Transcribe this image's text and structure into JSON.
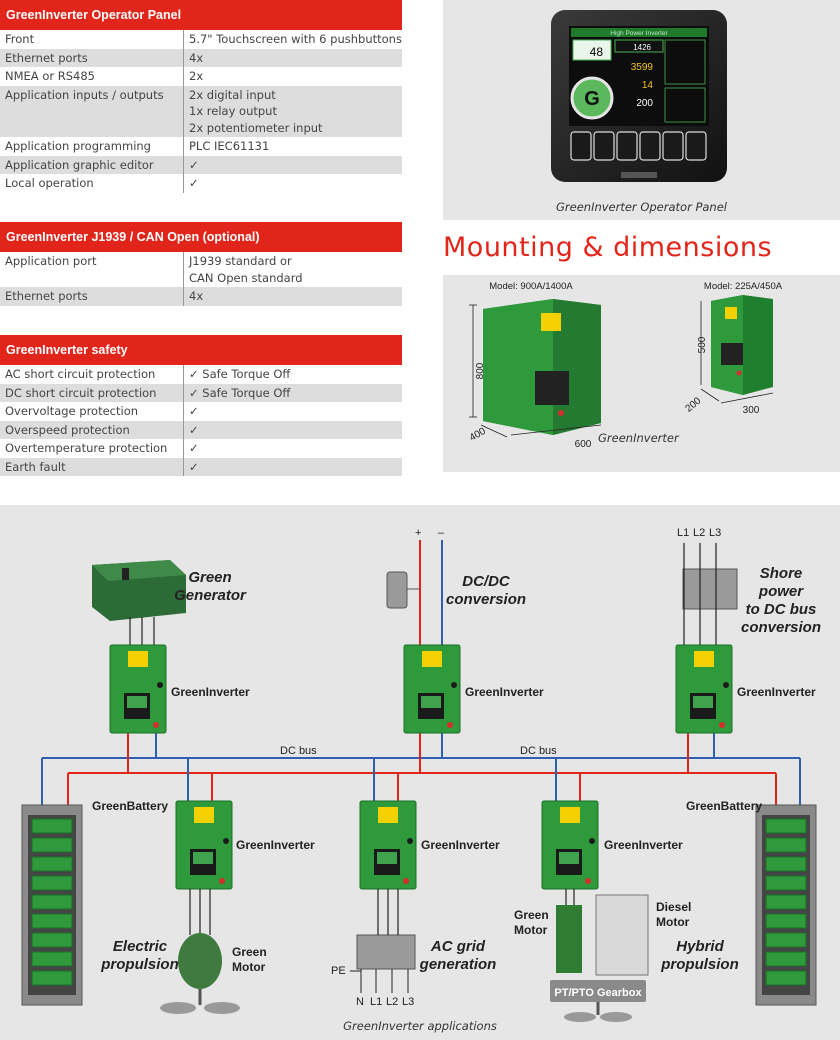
{
  "operator_panel_table": {
    "title": "GreenInverter Operator Panel",
    "rows": [
      {
        "label": "Front",
        "values": [
          "5.7\" Touchscreen with 6 pushbuttons"
        ]
      },
      {
        "label": "Ethernet ports",
        "values": [
          "4x"
        ]
      },
      {
        "label": "NMEA or RS485",
        "values": [
          "2x"
        ]
      },
      {
        "label": "Application inputs / outputs",
        "values": [
          "2x digital input",
          "1x relay output",
          "2x potentiometer input"
        ]
      },
      {
        "label": "Application programming",
        "values": [
          "PLC IEC61131"
        ]
      },
      {
        "label": "Application graphic editor",
        "values": [
          "✓"
        ]
      },
      {
        "label": "Local operation",
        "values": [
          "✓"
        ]
      }
    ]
  },
  "j1939_table": {
    "title": "GreenInverter J1939 / CAN Open (optional)",
    "rows": [
      {
        "label": "Application port",
        "values": [
          "J1939 standard or",
          "CAN Open standard"
        ]
      },
      {
        "label": "Ethernet ports",
        "values": [
          "4x"
        ]
      }
    ]
  },
  "safety_table": {
    "title": "GreenInverter safety",
    "rows": [
      {
        "label": "AC short circuit protection",
        "values": [
          "✓ Safe Torque Off"
        ]
      },
      {
        "label": "DC short circuit protection",
        "values": [
          "✓ Safe Torque Off"
        ]
      },
      {
        "label": "Overvoltage protection",
        "values": [
          "✓"
        ]
      },
      {
        "label": "Overspeed protection",
        "values": [
          "✓"
        ]
      },
      {
        "label": "Overtemperature protection",
        "values": [
          "✓"
        ]
      },
      {
        "label": "Earth fault",
        "values": [
          "✓"
        ]
      }
    ]
  },
  "operator_panel": {
    "caption": "GreenInverter Operator Panel",
    "screen_title": "High Power Inverter",
    "value_1": "48",
    "value_2": "1426",
    "value_3": "3599",
    "value_4": "14",
    "value_5": "200",
    "logo_letter": "G"
  },
  "mounting": {
    "title": "Mounting & dimensions",
    "caption": "GreenInverter",
    "model_large": "Model: 900A/1400A",
    "model_small": "Model: 225A/450A",
    "dim_large_height": "800",
    "dim_large_width": "600",
    "dim_large_depth": "400",
    "dim_small_height": "500",
    "dim_small_width": "300",
    "dim_small_depth": "200"
  },
  "applications": {
    "caption": "GreenInverter applications",
    "dc_bus_label": "DC bus",
    "inverter_label": "GreenInverter",
    "battery_label": "GreenBattery",
    "green_generator": [
      "Green",
      "Generator"
    ],
    "dc_dc": [
      "DC/DC",
      "conversion"
    ],
    "shore_power": [
      "Shore power",
      "to DC bus",
      "conversion"
    ],
    "electric_propulsion": [
      "Electric",
      "propulsion"
    ],
    "ac_grid": [
      "AC grid",
      "generation"
    ],
    "hybrid": [
      "Hybrid",
      "propulsion"
    ],
    "green_motor": [
      "Green",
      "Motor"
    ],
    "diesel_motor": [
      "Diesel",
      "Motor"
    ],
    "gearbox": "PT/PTO Gearbox",
    "plus": "+",
    "minus": "–",
    "l1": "L1",
    "l2": "L2",
    "l3": "L3",
    "n": "N",
    "pe": "PE"
  },
  "colors": {
    "brand_red": "#e1251b",
    "inverter_green": "#2e9a3c",
    "dc_positive": "#e1251b",
    "dc_negative": "#2f5fb3"
  }
}
